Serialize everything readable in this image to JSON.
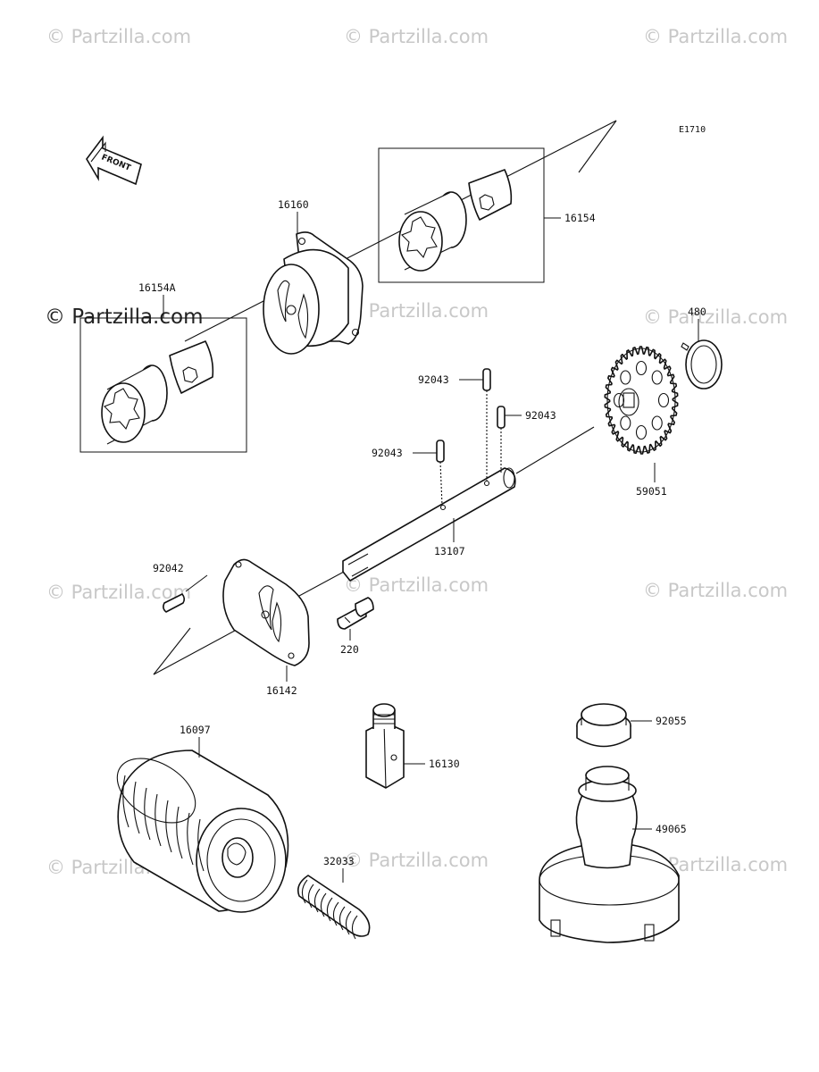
{
  "watermark": {
    "text": "© Partzilla.com",
    "color": "#c8c8c8"
  },
  "diagram": {
    "code": "E1710",
    "front_label": "FRONT"
  },
  "parts": [
    {
      "id": "16160",
      "label": "16160"
    },
    {
      "id": "16154",
      "label": "16154"
    },
    {
      "id": "16154A",
      "label": "16154A"
    },
    {
      "id": "480",
      "label": "480"
    },
    {
      "id": "92043",
      "label": "92043"
    },
    {
      "id": "92043b",
      "label": "92043"
    },
    {
      "id": "92043c",
      "label": "92043"
    },
    {
      "id": "59051",
      "label": "59051"
    },
    {
      "id": "13107",
      "label": "13107"
    },
    {
      "id": "92042",
      "label": "92042"
    },
    {
      "id": "220",
      "label": "220"
    },
    {
      "id": "16142",
      "label": "16142"
    },
    {
      "id": "16097",
      "label": "16097"
    },
    {
      "id": "16130",
      "label": "16130"
    },
    {
      "id": "92055",
      "label": "92055"
    },
    {
      "id": "49065",
      "label": "49065"
    },
    {
      "id": "32033",
      "label": "32033"
    }
  ]
}
